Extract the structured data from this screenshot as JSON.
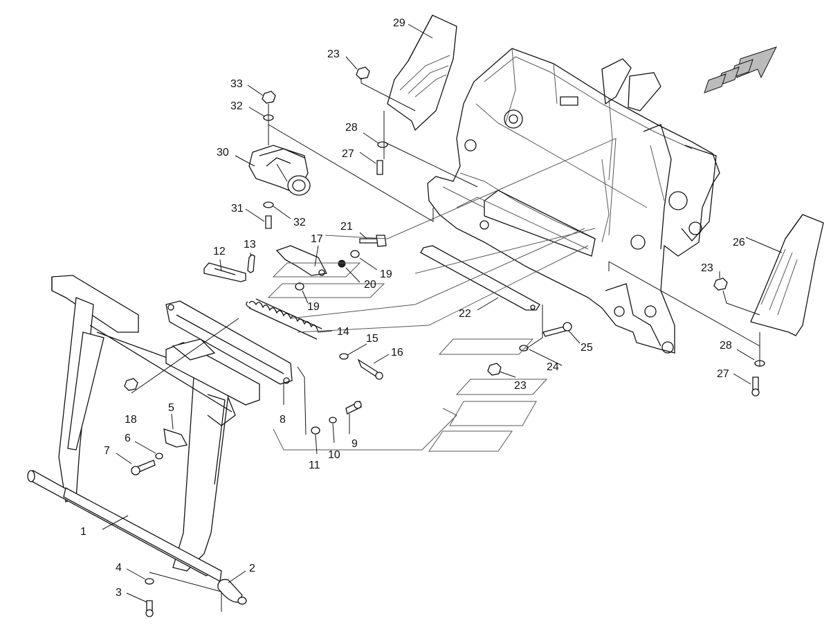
{
  "callouts": [
    {
      "id": "c1",
      "text": "1"
    },
    {
      "id": "c2",
      "text": "2"
    },
    {
      "id": "c3",
      "text": "3"
    },
    {
      "id": "c4",
      "text": "4"
    },
    {
      "id": "c5",
      "text": "5"
    },
    {
      "id": "c6",
      "text": "6"
    },
    {
      "id": "c7",
      "text": "7"
    },
    {
      "id": "c8",
      "text": "8"
    },
    {
      "id": "c9",
      "text": "9"
    },
    {
      "id": "c10",
      "text": "10"
    },
    {
      "id": "c11",
      "text": "11"
    },
    {
      "id": "c12",
      "text": "12"
    },
    {
      "id": "c13",
      "text": "13"
    },
    {
      "id": "c14",
      "text": "14"
    },
    {
      "id": "c15",
      "text": "15"
    },
    {
      "id": "c16",
      "text": "16"
    },
    {
      "id": "c17",
      "text": "17"
    },
    {
      "id": "c18",
      "text": "18"
    },
    {
      "id": "c19a",
      "text": "19"
    },
    {
      "id": "c19b",
      "text": "19"
    },
    {
      "id": "c20",
      "text": "20"
    },
    {
      "id": "c21",
      "text": "21"
    },
    {
      "id": "c22",
      "text": "22"
    },
    {
      "id": "c23a",
      "text": "23"
    },
    {
      "id": "c23b",
      "text": "23"
    },
    {
      "id": "c23c",
      "text": "23"
    },
    {
      "id": "c24",
      "text": "24"
    },
    {
      "id": "c25",
      "text": "25"
    },
    {
      "id": "c26",
      "text": "26"
    },
    {
      "id": "c27a",
      "text": "27"
    },
    {
      "id": "c27b",
      "text": "27"
    },
    {
      "id": "c28a",
      "text": "28"
    },
    {
      "id": "c28b",
      "text": "28"
    },
    {
      "id": "c29",
      "text": "29"
    },
    {
      "id": "c30",
      "text": "30"
    },
    {
      "id": "c31",
      "text": "31"
    },
    {
      "id": "c32a",
      "text": "32"
    },
    {
      "id": "c32b",
      "text": "32"
    },
    {
      "id": "c33",
      "text": "33"
    }
  ],
  "icons": {
    "direction_arrow": "forward-direction-arrow-icon"
  },
  "colors": {
    "line": "#111111",
    "background": "#ffffff"
  }
}
